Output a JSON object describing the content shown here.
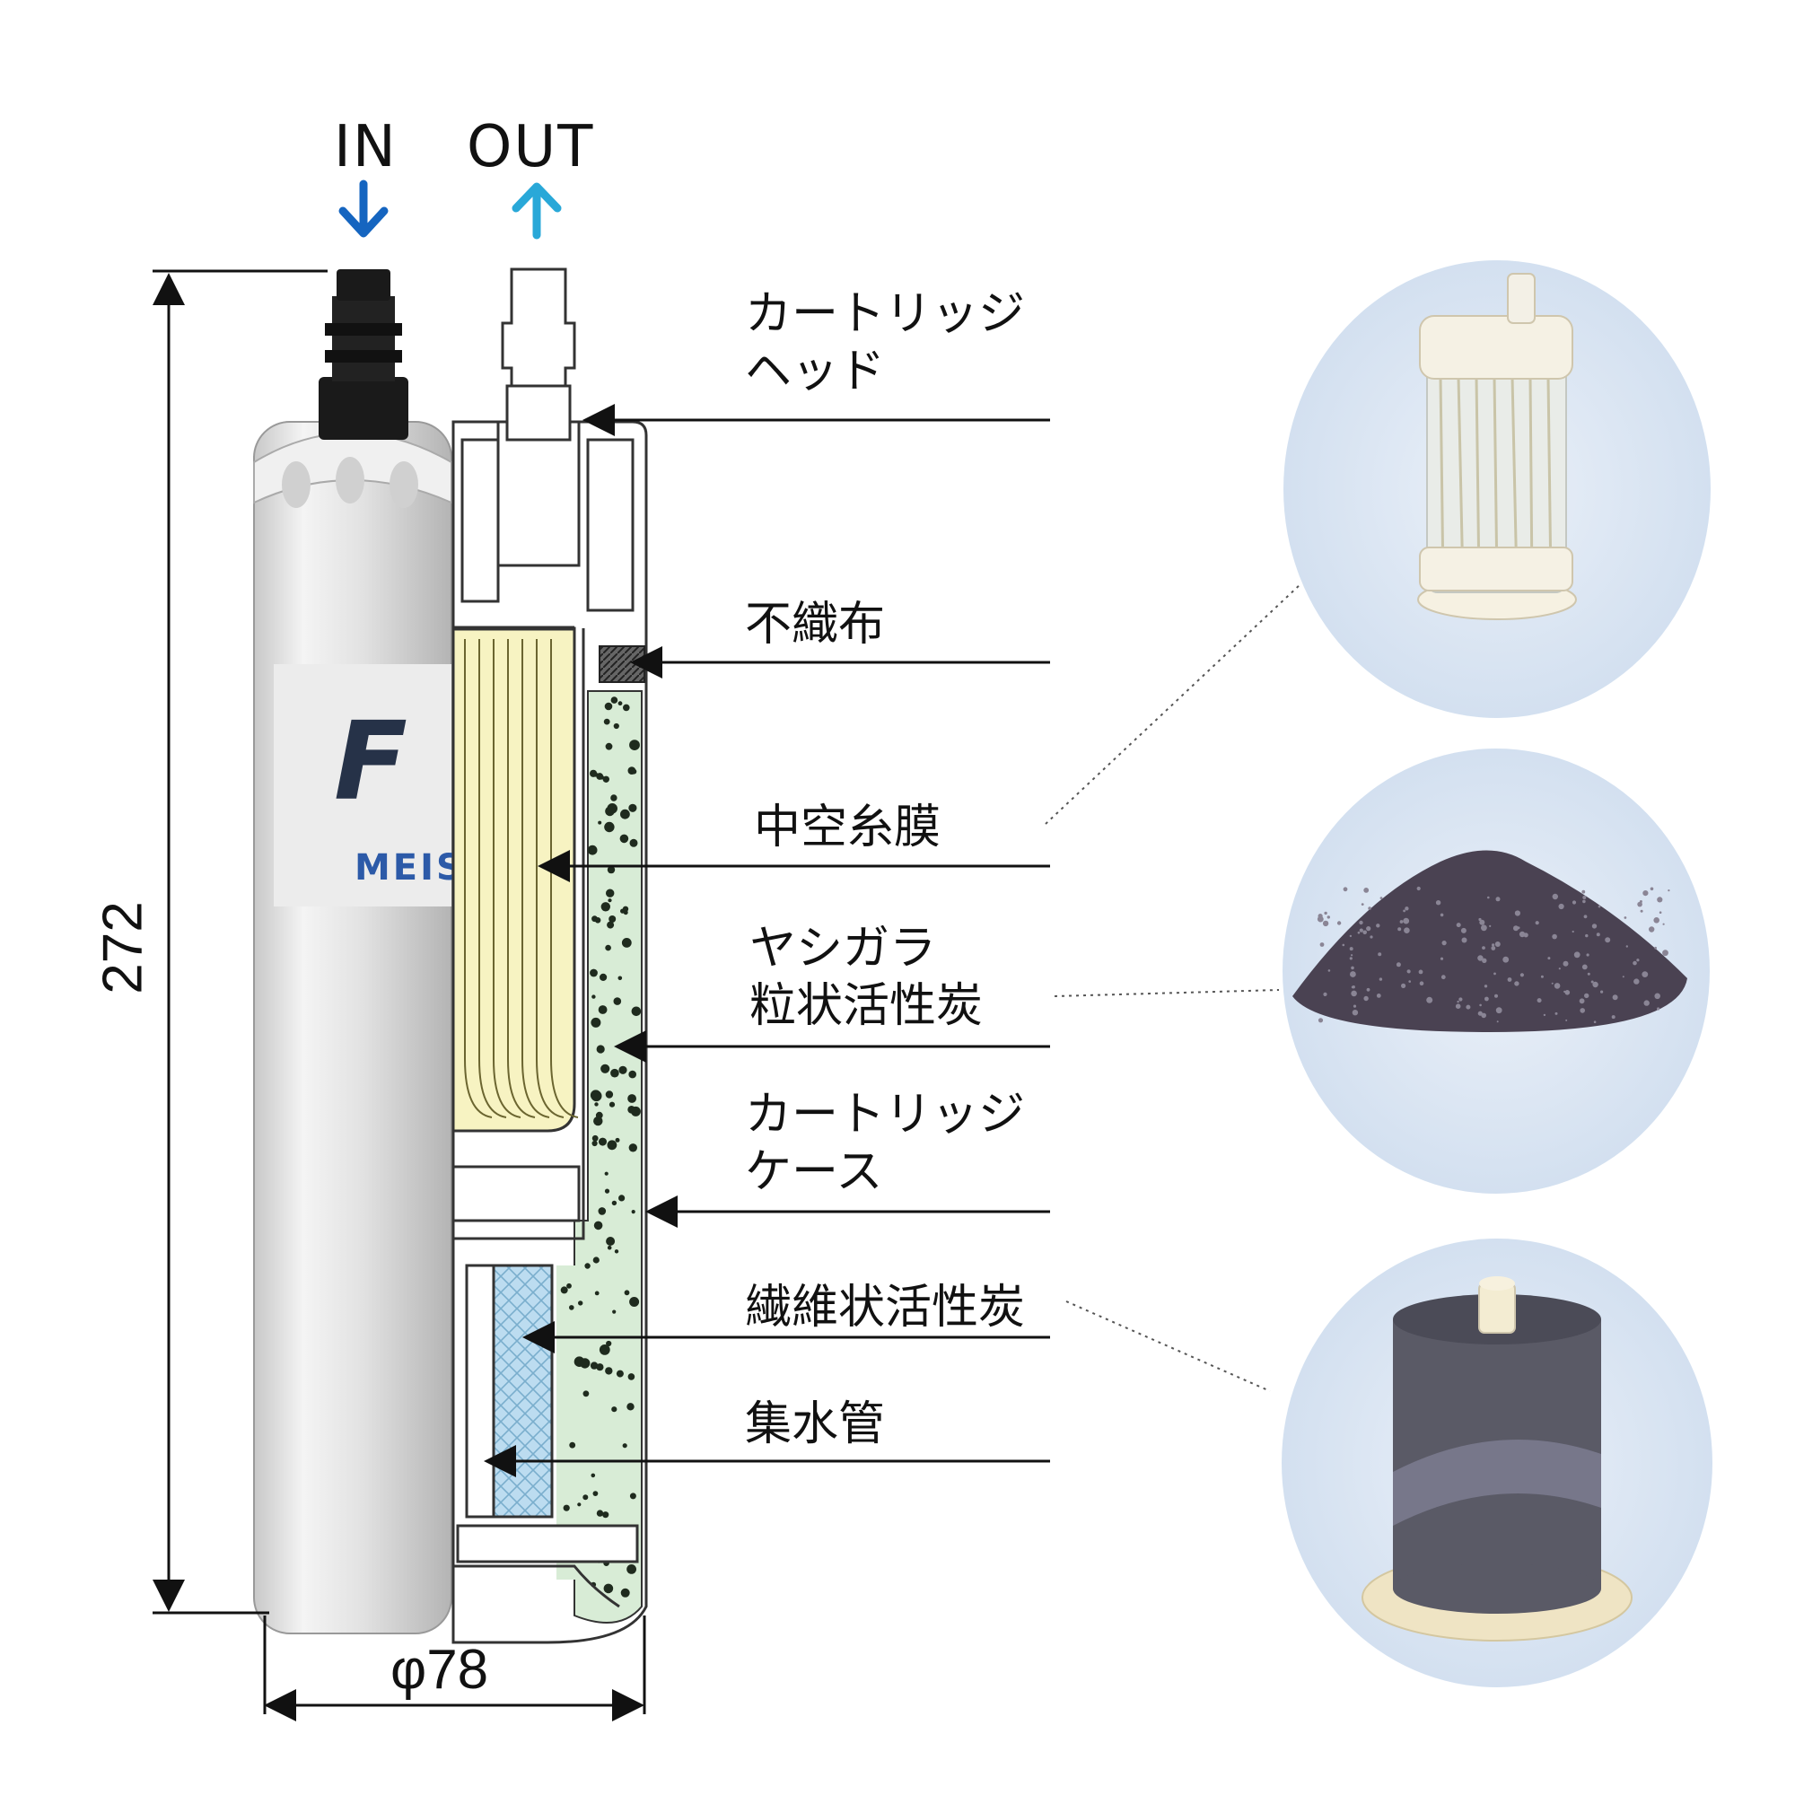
{
  "flow": {
    "in_label": "IN",
    "out_label": "OUT",
    "in_color": "#1565c0",
    "out_color": "#29a8d8"
  },
  "dimensions": {
    "height": "272",
    "diameter": "φ78"
  },
  "brand": {
    "logo": "F",
    "name": "MEIS"
  },
  "parts": [
    {
      "label": "カートリッジ\nヘッド"
    },
    {
      "label": "不織布"
    },
    {
      "label": "中空糸膜"
    },
    {
      "label": "ヤシガラ\n粒状活性炭"
    },
    {
      "label": "カートリッジ\nケース"
    },
    {
      "label": "繊維状活性炭"
    },
    {
      "label": "集水管"
    }
  ],
  "photos": [
    {
      "name": "hollow-fiber-membrane-photo"
    },
    {
      "name": "granular-carbon-photo"
    },
    {
      "name": "fiber-carbon-block-photo"
    }
  ],
  "colors": {
    "membrane": "#f7f3c2",
    "granular_fill": "#d8ecd6",
    "fiber_block": "#bcdcf0",
    "photo_bg": "#dde7f4"
  }
}
